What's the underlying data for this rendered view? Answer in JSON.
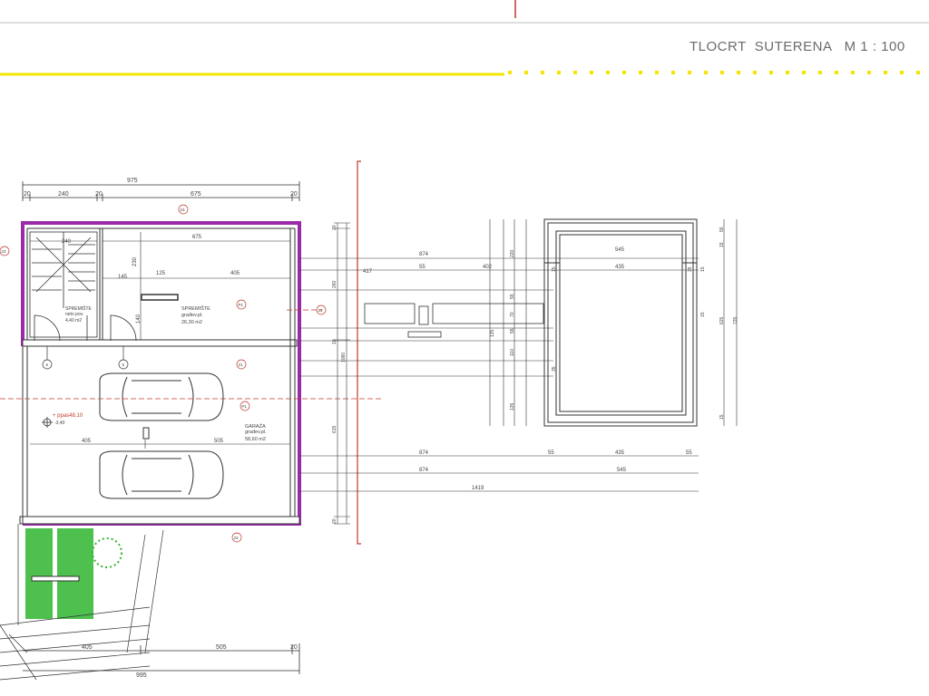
{
  "drawing": {
    "title": "TLOCRT  SUTERENA   M 1 : 100"
  },
  "top_dimensions": {
    "overall": "975",
    "segments": [
      "20",
      "240",
      "20",
      "675",
      "20"
    ]
  },
  "rooms": {
    "storage_small": {
      "name": "SPREMIŠTE",
      "area_label": "neto pov.",
      "area": "4,40 m2"
    },
    "storage_large": {
      "name": "SPREMIŠTE",
      "area_label": "građev.pl.",
      "area": "26,30 m2"
    },
    "garage": {
      "name": "GARAŽA",
      "area_label": "građev.pl.",
      "area": "58,60 m2"
    }
  },
  "interior_dimensions": {
    "storage_width": "675",
    "stair_width": "240",
    "partition_a": "145",
    "partition_b": "125",
    "partition_c": "405",
    "height_230": "230",
    "height_140": "140",
    "garage_left": "405",
    "garage_right": "505",
    "v_615": "615",
    "v_1080": "1080",
    "v_20_top": "20",
    "v_20_bottom": "20",
    "v_260": "260",
    "v_10": "10"
  },
  "level": {
    "label": "+ ppas48,10",
    "sub": "-3,40"
  },
  "circle_tags": [
    "23",
    "23",
    "23",
    "P1",
    "21",
    "21",
    "P1",
    "5",
    "5",
    "23"
  ],
  "right_dimensions": {
    "row1_874": "874",
    "row1_545": "545",
    "row2_417": "417",
    "row2_55": "55",
    "row2_402": "402",
    "row2_435": "435",
    "v_220": "220",
    "v_55a": "55",
    "v_55b": "55",
    "v_70": "70",
    "v_110": "110",
    "v_135": "135",
    "v_135b": "135",
    "v_15a": "15",
    "v_35a": "35",
    "v_35b": "35",
    "v_15b": "15",
    "v_15c": "15",
    "v_55_right": "55",
    "v_625": "625",
    "v_735": "735",
    "v_15_right": "15",
    "v_15_right2": "15",
    "bot_874a": "874",
    "bot_55a": "55",
    "bot_435": "435",
    "bot_55b": "55",
    "bot_874b": "874",
    "bot_545": "545",
    "bot_1419": "1419"
  },
  "bottom_dimensions": {
    "left": "405",
    "right": "505",
    "end_20": "20",
    "total": "995"
  },
  "colors": {
    "wall": "#9b2aa8",
    "accent_line": "#c0392b",
    "yellow_line": "#f2e600",
    "greenery": "#2fb52f",
    "linework": "#333333"
  }
}
